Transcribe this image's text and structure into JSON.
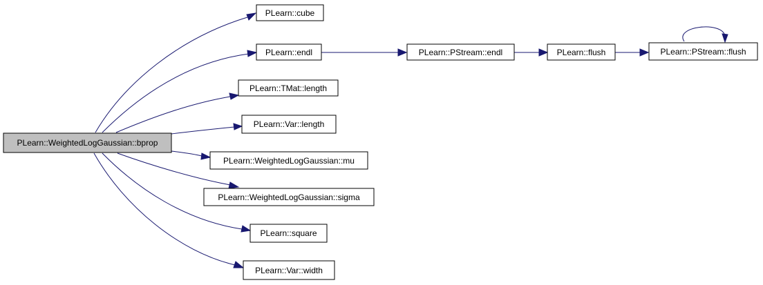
{
  "graph": {
    "edge_color": "#191970",
    "root_fill": "#bfbfbf",
    "nodes": {
      "bprop": "PLearn::WeightedLogGaussian::bprop",
      "cube": "PLearn::cube",
      "endl": "PLearn::endl",
      "tmat_length": "PLearn::TMat::length",
      "var_length": "PLearn::Var::length",
      "mu": "PLearn::WeightedLogGaussian::mu",
      "sigma": "PLearn::WeightedLogGaussian::sigma",
      "square": "PLearn::square",
      "var_width": "PLearn::Var::width",
      "pstream_endl": "PLearn::PStream::endl",
      "flush": "PLearn::flush",
      "pstream_flush": "PLearn::PStream::flush"
    },
    "edges": [
      [
        "bprop",
        "cube"
      ],
      [
        "bprop",
        "endl"
      ],
      [
        "bprop",
        "tmat_length"
      ],
      [
        "bprop",
        "var_length"
      ],
      [
        "bprop",
        "mu"
      ],
      [
        "bprop",
        "sigma"
      ],
      [
        "bprop",
        "square"
      ],
      [
        "bprop",
        "var_width"
      ],
      [
        "endl",
        "pstream_endl"
      ],
      [
        "pstream_endl",
        "flush"
      ],
      [
        "flush",
        "pstream_flush"
      ],
      [
        "pstream_flush",
        "pstream_flush"
      ]
    ]
  }
}
